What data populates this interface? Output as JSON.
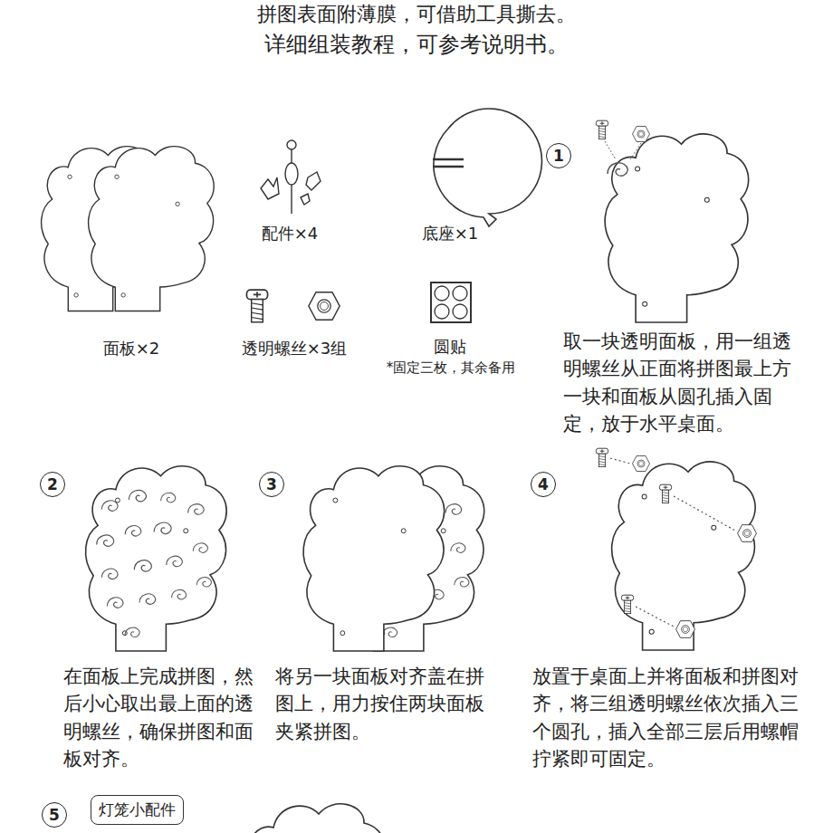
{
  "diagram": {
    "nodes": [
      {
        "text": [
          "1"
        ]
      },
      {
        "text": [
          "2"
        ]
      },
      {
        "text": [
          "3"
        ]
      },
      {
        "text": [
          "4"
        ]
      },
      {
        "text": [
          "5"
        ]
      },
      {
        "text": [
          "灯笼小配件"
        ]
      }
    ],
    "labels": [
      "拼图表面附薄膜，可借助工具撕去。",
      "详细组装教程，可参考说明书。",
      "面板×2",
      "配件×4",
      "底座×1",
      "透明螺丝×3组",
      "圆贴",
      "*固定三枚，其余备用",
      "取一块透明面板，用一组透明螺丝从正面将拼图最上方一块和面板从圆孔插入固定，放于水平桌面。",
      "在面板上完成拼图，然后小心取出最上面的透明螺丝，确保拼图和面板对齐。",
      "将另一块面板对齐盖在拼图上，用力按住两块面板夹紧拼图。",
      "放置于桌面上并将面板和拼图对齐，将三组透明螺丝依次插入三个圆孔，插入全部三层后用螺帽拧紧即可固定。"
    ]
  }
}
